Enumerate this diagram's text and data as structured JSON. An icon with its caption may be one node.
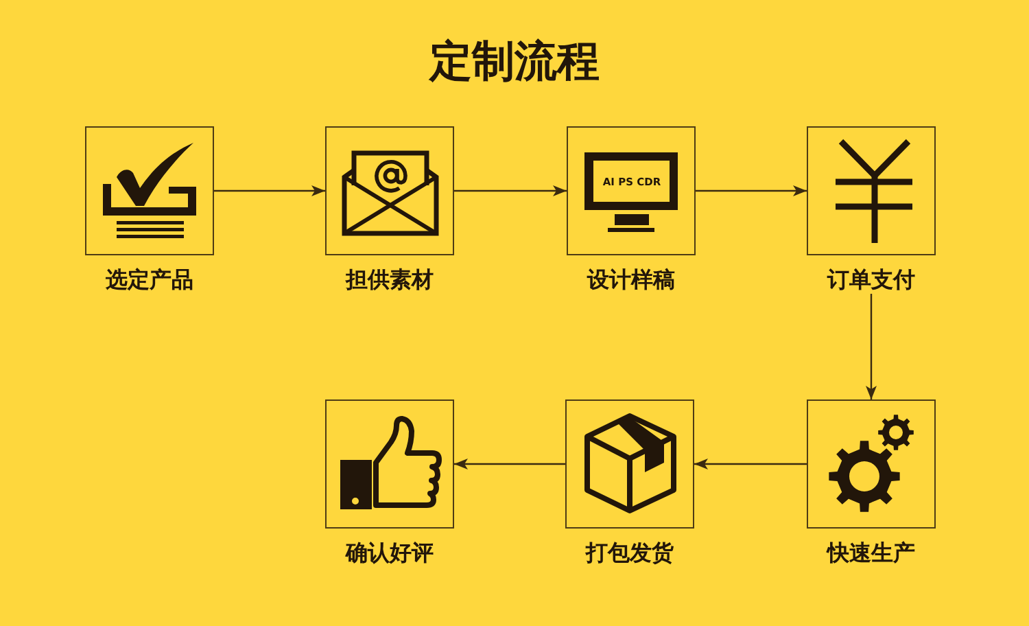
{
  "diagram": {
    "title": "定制流程",
    "nodes": [
      {
        "text": [
          "选定产品"
        ]
      },
      {
        "text": [
          "担供素材"
        ]
      },
      {
        "text": [
          "AI PS CDR",
          "设计样稿"
        ]
      },
      {
        "text": [
          "订单支付"
        ]
      },
      {
        "text": [
          "快速生产"
        ]
      },
      {
        "text": [
          "打包发货"
        ]
      },
      {
        "text": [
          "确认好评"
        ]
      }
    ],
    "edges": [
      {
        "from": 0,
        "to": 1,
        "arrow": "to"
      },
      {
        "from": 1,
        "to": 2,
        "arrow": "to"
      },
      {
        "from": 2,
        "to": 3,
        "arrow": "to"
      },
      {
        "from": 3,
        "to": 4,
        "arrow": "to"
      },
      {
        "from": 4,
        "to": 5,
        "arrow": "to"
      },
      {
        "from": 5,
        "to": 6,
        "arrow": "to"
      }
    ]
  }
}
